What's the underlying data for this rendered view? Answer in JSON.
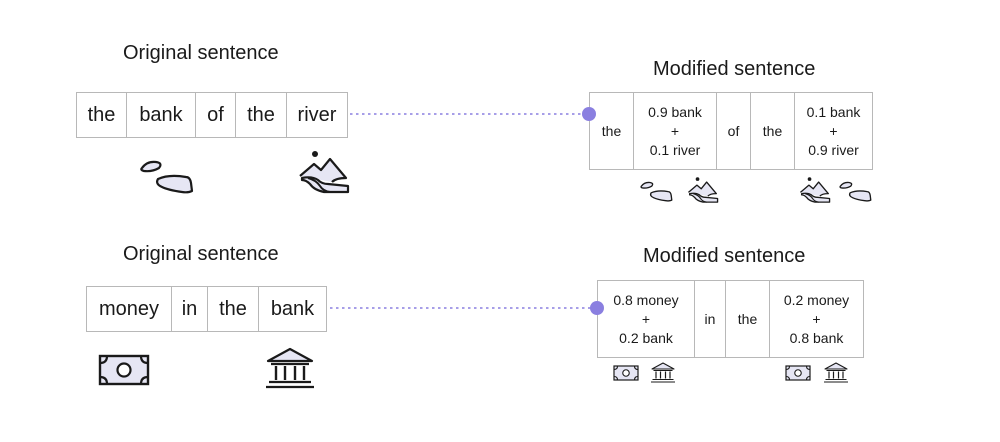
{
  "example1": {
    "original_title": "Original sentence",
    "original_words": [
      "the",
      "bank",
      "of",
      "the",
      "river"
    ],
    "modified_title": "Modified sentence",
    "modified_cells": [
      {
        "lines": [
          "the"
        ]
      },
      {
        "lines": [
          "0.9 bank",
          "+",
          "0.1 river"
        ]
      },
      {
        "lines": [
          "of"
        ]
      },
      {
        "lines": [
          "the"
        ]
      },
      {
        "lines": [
          "0.1 bank",
          "+",
          "0.9 river"
        ]
      }
    ]
  },
  "example2": {
    "original_title": "Original sentence",
    "original_words": [
      "money",
      "in",
      "the",
      "bank"
    ],
    "modified_title": "Modified sentence",
    "modified_cells": [
      {
        "lines": [
          "0.8 money",
          "+",
          "0.2 bank"
        ]
      },
      {
        "lines": [
          "in"
        ]
      },
      {
        "lines": [
          "the"
        ]
      },
      {
        "lines": [
          "0.2 money",
          "+",
          "0.8 bank"
        ]
      }
    ]
  },
  "colors": {
    "connector": "#8a7fe0",
    "icon_fill": "#e6e6f4",
    "border": "#b8b8b8"
  },
  "icons": [
    "riverbank-icon",
    "river-landscape-icon",
    "banknote-icon",
    "bank-building-icon"
  ]
}
